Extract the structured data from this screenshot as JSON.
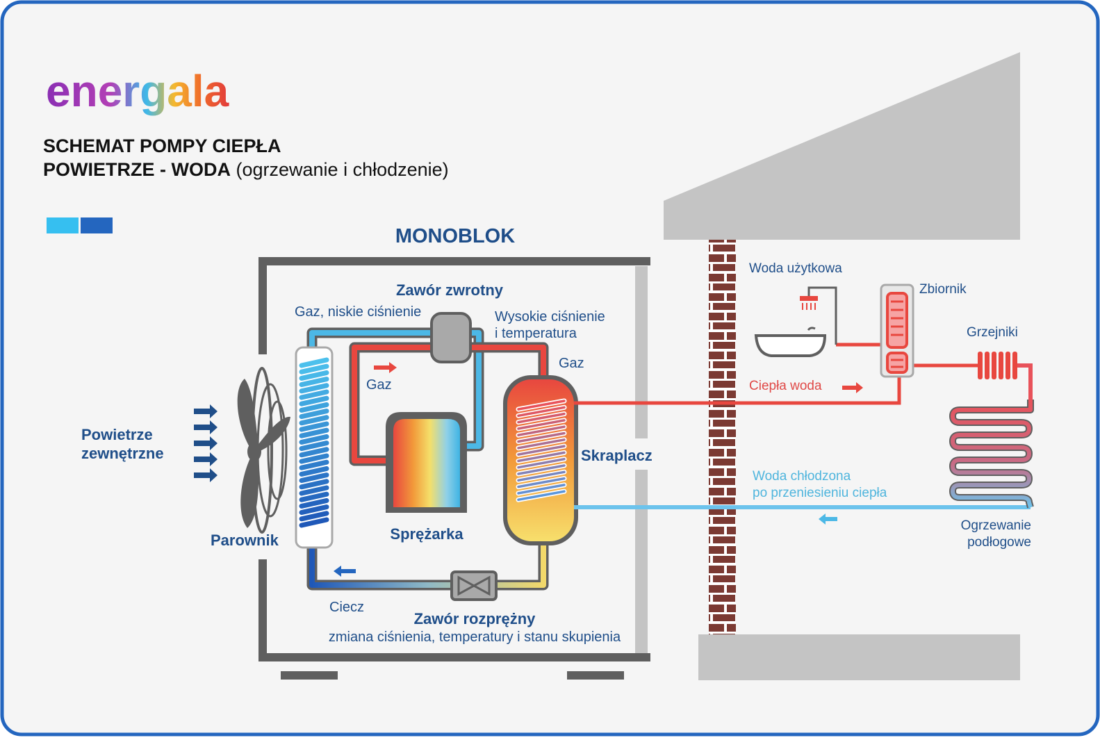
{
  "logo": "energala",
  "title": {
    "line1": "SCHEMAT POMPY CIEPŁA",
    "line2_bold": "POWIETRZE - WODA",
    "line2_rest": " (ogrzewanie i chłodzenie)"
  },
  "labels": {
    "monoblok": "MONOBLOK",
    "zawor_zwrotny": "Zawór zwrotny",
    "gaz_niskie": "Gaz, niskie ciśnienie",
    "wysokie_1": "Wysokie ciśnienie",
    "wysokie_2": "i temperatura",
    "gaz_right": "Gaz",
    "gaz_inner": "Gaz",
    "skraplacz": "Skraplacz",
    "sprezarka": "Sprężarka",
    "parownik": "Parownik",
    "powietrze_1": "Powietrze",
    "powietrze_2": "zewnętrzne",
    "ciecz": "Ciecz",
    "zawor_rozprezny": "Zawór rozprężny",
    "zmiana": "zmiana ciśnienia, temperatury i stanu skupienia",
    "woda_uzytkowa": "Woda użytkowa",
    "zbiornik": "Zbiornik",
    "grzejniki": "Grzejniki",
    "ciepla_woda": "Ciepła woda",
    "woda_chlodzona_1": "Woda chłodzona",
    "woda_chlodzona_2": "po przeniesieniu ciepła",
    "ogrzewanie_1": "Ogrzewanie",
    "ogrzewanie_2": "podłogowe"
  },
  "colors": {
    "frame": "#2466bf",
    "navy": "#1f4e89",
    "hot": "#e8473f",
    "cold": "#4cb8e6",
    "liquid_yellow": "#f2d86a",
    "grey": "#5f5f5f",
    "light_grey": "#c4c4c4",
    "brick": "#7b3a33"
  }
}
